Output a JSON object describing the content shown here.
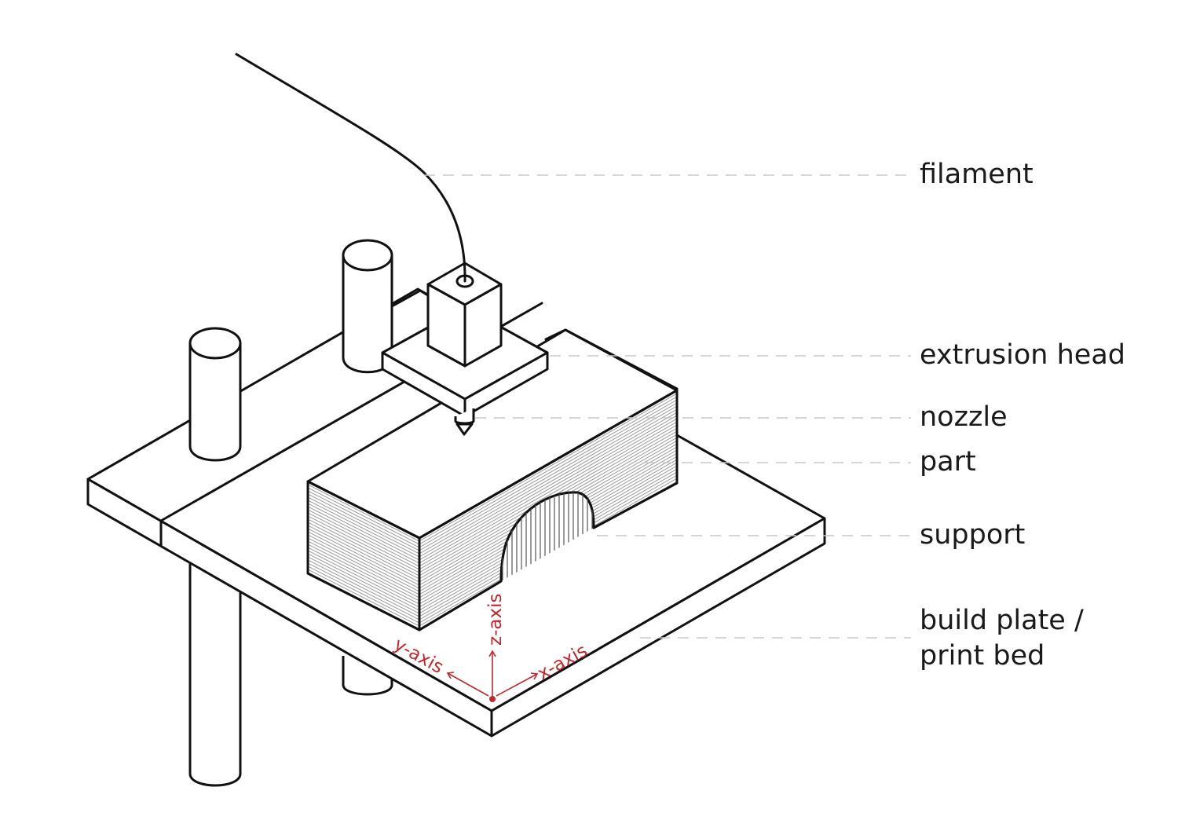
{
  "diagram": {
    "title": "Fused deposition modeling 3D printer components",
    "labels": {
      "filament": "filament",
      "extrusion_head": "extrusion head",
      "nozzle": "nozzle",
      "part": "part",
      "support": "support",
      "build_plate_line1": "build plate /",
      "build_plate_line2": "print bed"
    },
    "axes": {
      "x": "x-axis",
      "y": "y-axis",
      "z": "z-axis"
    },
    "colors": {
      "line": "#111111",
      "axis_accent": "#c0282d",
      "leader": "#c8c8c8",
      "background": "#ffffff"
    }
  }
}
